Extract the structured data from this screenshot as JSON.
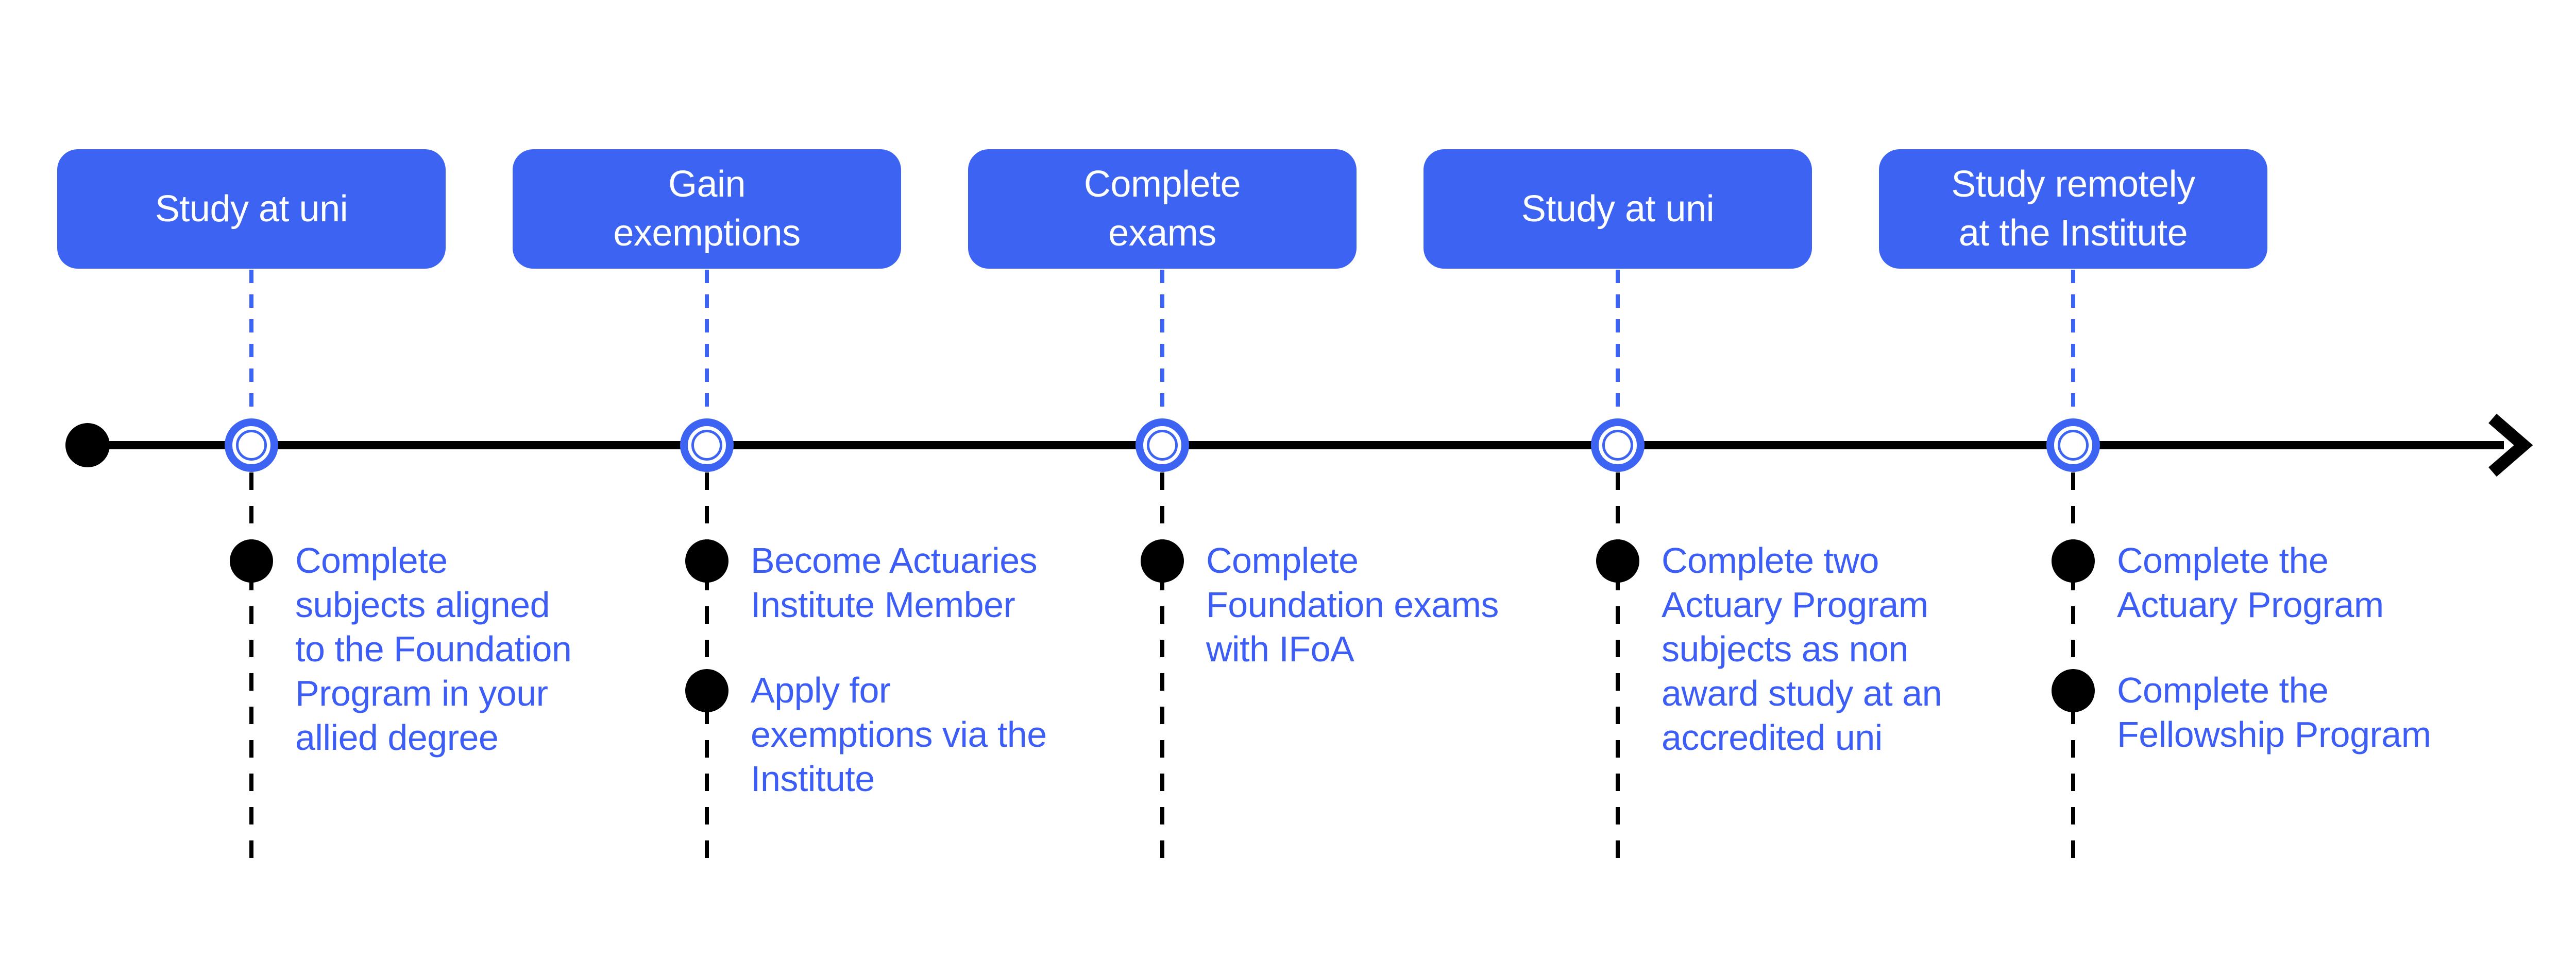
{
  "diagram": {
    "type": "timeline",
    "orientation": "horizontal",
    "colors": {
      "accent_blue": "#3D63F2",
      "bullet_text_blue": "#3C5DF6",
      "axis_black": "#000000",
      "background": "#FFFFFF"
    }
  },
  "milestones": [
    {
      "pill": "Study at uni",
      "bullets": [
        {
          "text": "Complete\nsubjects aligned\nto the Foundation\nProgram in your\nallied degree"
        }
      ]
    },
    {
      "pill": "Gain\nexemptions",
      "bullets": [
        {
          "text": "Become Actuaries\nInstitute Member"
        },
        {
          "text": "Apply for\nexemptions via the\nInstitute"
        }
      ]
    },
    {
      "pill": "Complete\nexams",
      "bullets": [
        {
          "text": "Complete\nFoundation exams\nwith IFoA"
        }
      ]
    },
    {
      "pill": "Study at uni",
      "bullets": [
        {
          "text": "Complete two\nActuary Program\nsubjects as non\naward study at an\naccredited uni"
        }
      ]
    },
    {
      "pill": "Study remotely\nat the Institute",
      "bullets": [
        {
          "text": "Complete the\nActuary Program"
        },
        {
          "text": "Complete the\nFellowship Program"
        }
      ]
    }
  ]
}
